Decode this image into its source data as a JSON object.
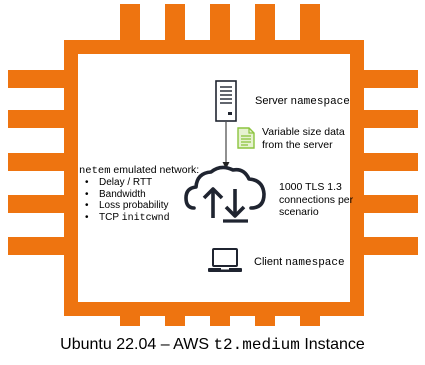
{
  "colors": {
    "accent": "#ee7410",
    "icon_dark": "#1f2430",
    "doc_green": "#8cc43f"
  },
  "server": {
    "label": "Server",
    "label_mono": "namespace"
  },
  "data_flow": {
    "line1": "Variable size data",
    "line2": "from the server"
  },
  "cloud": {
    "line1": "1000 TLS  1.3",
    "line2": "connections per",
    "line3": "scenario"
  },
  "netem": {
    "title_mono": "netem",
    "title_rest": " emulated network:",
    "items": [
      "Delay / RTT",
      "Bandwidth",
      "Loss probability"
    ],
    "tcp_label": "TCP ",
    "tcp_mono": "initcwnd"
  },
  "client": {
    "label": "Client",
    "label_mono": "namespace"
  },
  "caption": {
    "prefix": "Ubuntu 22.04 – AWS ",
    "mono": "t2.medium",
    "suffix": " Instance"
  },
  "icons": [
    "server-icon",
    "document-icon",
    "cloud-transfer-icon",
    "laptop-icon",
    "arrow-down-icon"
  ]
}
